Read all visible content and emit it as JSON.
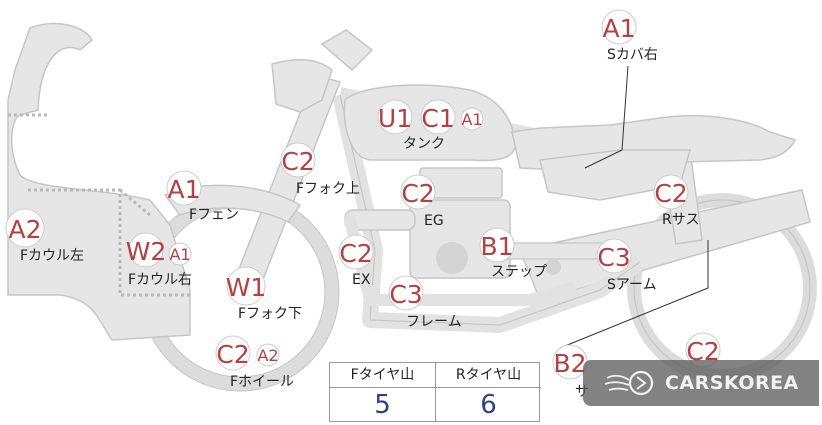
{
  "labels": {
    "s_cover_right": "Sカバ右",
    "f_fork_upper": "Fフォク上",
    "tank": "タンク",
    "f_fender": "Fフェン",
    "eg": "EG",
    "r_sus": "Rサス",
    "f_cowl_left": "Fカウル左",
    "f_cowl_right": "Fカウル右",
    "ex": "EX",
    "step": "ステップ",
    "s_arm": "Sアーム",
    "f_fork_lower": "Fフォク下",
    "frame": "フレーム",
    "f_wheel": "Fホイール",
    "partial_sa": "サ"
  },
  "codes": {
    "s_cover": "A1",
    "f_fork_upper": "C2",
    "tank_u": "U1",
    "tank_c": "C1",
    "tank_a": "A1",
    "f_fender": "A1",
    "eg": "C2",
    "r_sus": "C2",
    "f_cowl_left": "A2",
    "f_cowl_right_w": "W2",
    "f_cowl_right_a": "A1",
    "ex": "C2",
    "step": "B1",
    "s_arm": "C3",
    "f_fork_lower": "W1",
    "frame": "C3",
    "f_wheel_c": "C2",
    "f_wheel_a": "A2",
    "bottom_b": "B2",
    "bottom_c": "C2"
  },
  "tire_table": {
    "front_header": "Fタイヤ山",
    "rear_header": "Rタイヤ山",
    "front_value": "5",
    "rear_value": "6"
  },
  "watermark": {
    "text": "CARSKOREA",
    "icon": "carskorea-logo-icon"
  },
  "colors": {
    "part_fill": "#e6e6e6",
    "part_stroke": "#c6c6c6",
    "code_text": "#b6403f",
    "value_text": "#2f3f8f"
  }
}
